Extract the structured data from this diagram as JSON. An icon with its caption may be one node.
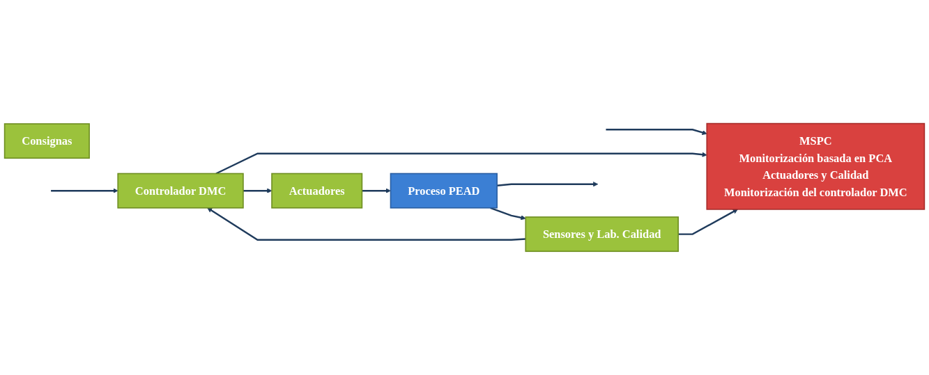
{
  "diagram": {
    "nodes": [
      {
        "text": [
          "MSPC",
          "Monitorización basada en PCA",
          "Actuadores y Calidad",
          "Monitorización del controlador DMC"
        ]
      },
      {
        "text": [
          "Consignas"
        ]
      },
      {
        "text": [
          "Controlador DMC"
        ]
      },
      {
        "text": [
          "Actuadores"
        ]
      },
      {
        "text": [
          "Proceso PEAD"
        ]
      },
      {
        "text": [
          "Sensores y Lab. Calidad"
        ]
      }
    ],
    "edges": [
      {
        "from": null,
        "to": 2,
        "arrow": "to"
      },
      {
        "from": null,
        "to": 0,
        "arrow": "to"
      },
      {
        "from": 2,
        "to": 0,
        "arrow": "to"
      },
      {
        "from": 2,
        "to": 3,
        "arrow": "to"
      },
      {
        "from": 3,
        "to": 4,
        "arrow": "to"
      },
      {
        "from": 4,
        "to": null,
        "arrow": "to"
      },
      {
        "from": 4,
        "to": 5,
        "arrow": "to"
      },
      {
        "from": 5,
        "to": 0,
        "arrow": "to"
      },
      {
        "from": 5,
        "to": 2,
        "arrow": "to"
      }
    ]
  }
}
